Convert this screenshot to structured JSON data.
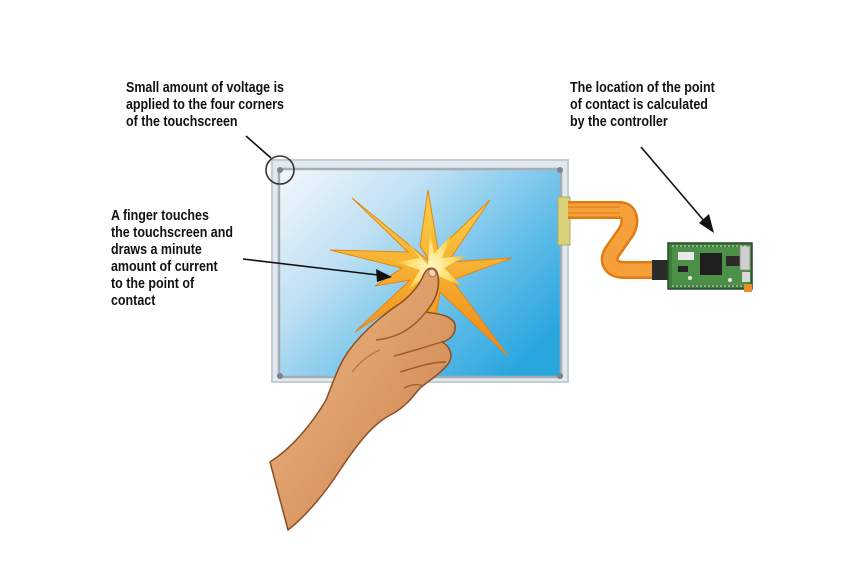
{
  "labels": {
    "voltage": [
      "Small amount of voltage is",
      "applied to the four corners",
      "of the touchscreen"
    ],
    "finger": [
      "A finger touches",
      "the touchscreen and",
      "draws a minute",
      "amount of current",
      "to the point of",
      "contact"
    ],
    "controller": [
      "The location of the point",
      "of contact is calculated",
      "by the controller"
    ]
  },
  "colors": {
    "screen_light": "#eaf4fb",
    "screen_blue": "#2ca8e0",
    "frame": "#b0b4b8",
    "burst_outer": "#f39a1e",
    "burst_inner": "#fde37a",
    "skin": "#e3a06a",
    "skin_shadow": "#a8643a",
    "cable": "#f08a1c",
    "pcb": "#3a7a3a"
  },
  "icons": {
    "touch_burst": "starburst-icon",
    "hand": "pointing-hand-icon",
    "controller": "circuit-board-icon",
    "corner_marker": "circle-marker-icon"
  }
}
